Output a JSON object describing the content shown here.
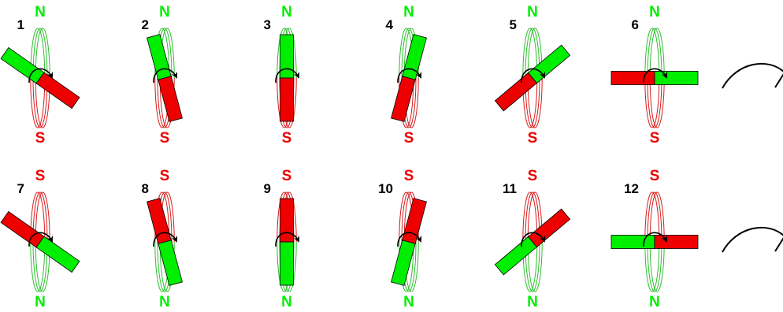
{
  "colors": {
    "green": "#00ee00",
    "red": "#ee0000",
    "coil_green": "#2fbf2f",
    "coil_red": "#d91c1c",
    "outline": "#000000",
    "arrow": "#000000",
    "background": "#ffffff"
  },
  "frames": [
    {
      "label": "1",
      "top": "N",
      "bottom": "S",
      "magnet_angle_deg": 35,
      "left_half": "green"
    },
    {
      "label": "2",
      "top": "N",
      "bottom": "S",
      "magnet_angle_deg": 75,
      "left_half": "green"
    },
    {
      "label": "3",
      "top": "N",
      "bottom": "S",
      "magnet_angle_deg": 90,
      "left_half": "green"
    },
    {
      "label": "4",
      "top": "N",
      "bottom": "S",
      "magnet_angle_deg": 105,
      "left_half": "green"
    },
    {
      "label": "5",
      "top": "N",
      "bottom": "S",
      "magnet_angle_deg": 140,
      "left_half": "green"
    },
    {
      "label": "6",
      "top": "N",
      "bottom": "S",
      "magnet_angle_deg": 180,
      "left_half": "green"
    },
    {
      "label": "7",
      "top": "S",
      "bottom": "N",
      "magnet_angle_deg": 215,
      "left_half": "green"
    },
    {
      "label": "8",
      "top": "S",
      "bottom": "N",
      "magnet_angle_deg": 255,
      "left_half": "green"
    },
    {
      "label": "9",
      "top": "S",
      "bottom": "N",
      "magnet_angle_deg": 270,
      "left_half": "green"
    },
    {
      "label": "10",
      "top": "S",
      "bottom": "N",
      "magnet_angle_deg": 285,
      "left_half": "green"
    },
    {
      "label": "11",
      "top": "S",
      "bottom": "N",
      "magnet_angle_deg": 320,
      "left_half": "green"
    },
    {
      "label": "12",
      "top": "S",
      "bottom": "N",
      "magnet_angle_deg": 360,
      "left_half": "green"
    }
  ],
  "row_arrows": [
    {
      "name": "rotation-arrow-row-1"
    },
    {
      "name": "rotation-arrow-row-2"
    }
  ]
}
